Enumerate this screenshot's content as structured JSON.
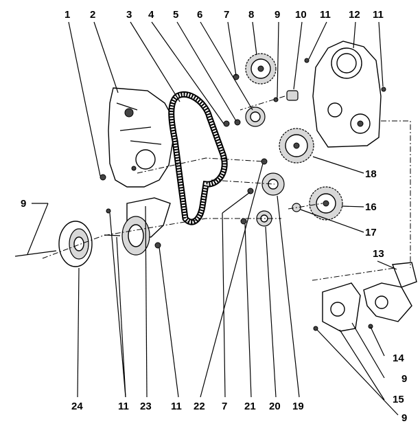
{
  "labels": {
    "top": [
      "1",
      "2",
      "3",
      "4",
      "5",
      "6",
      "7",
      "8",
      "9",
      "10",
      "11",
      "12",
      "11"
    ],
    "right": [
      "18",
      "16",
      "17",
      "13",
      "14",
      "9",
      "15",
      "9"
    ],
    "left": [
      "9"
    ],
    "bottom": [
      "24",
      "11",
      "23",
      "11",
      "22",
      "7",
      "21",
      "20",
      "19"
    ]
  }
}
